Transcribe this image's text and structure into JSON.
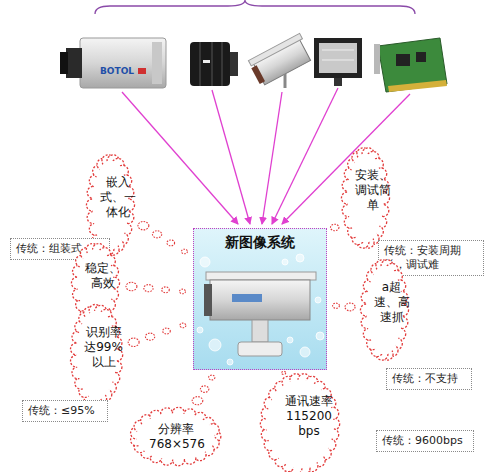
{
  "diagram": {
    "nodes": [
      {
        "text": [
          "新图像系统"
        ]
      },
      {
        "text": [
          "嵌入式、一体化"
        ]
      },
      {
        "text": [
          "传统：组装式"
        ]
      },
      {
        "text": [
          "安装、调试简单"
        ]
      },
      {
        "text": [
          "传统：安装周期长，调试难"
        ]
      },
      {
        "text": [
          "稳定、高效"
        ]
      },
      {
        "text": [
          "a超速、高速抓"
        ]
      },
      {
        "text": [
          "传统：不支持"
        ]
      },
      {
        "text": [
          "识别率达99%以上"
        ]
      },
      {
        "text": [
          "传统：≤95%"
        ]
      },
      {
        "text": [
          "分辨率768×576"
        ]
      },
      {
        "text": [
          "通讯速率115200 bps"
        ]
      },
      {
        "text": [
          "传统：9600bps"
        ]
      }
    ],
    "edges": [
      {
        "from": 1,
        "to": 0,
        "arrow": "none"
      },
      {
        "from": 3,
        "to": 0,
        "arrow": "none"
      },
      {
        "from": 5,
        "to": 0,
        "arrow": "none"
      },
      {
        "from": 6,
        "to": 0,
        "arrow": "none"
      },
      {
        "from": 8,
        "to": 0,
        "arrow": "none"
      },
      {
        "from": 10,
        "to": 0,
        "arrow": "none"
      },
      {
        "from": 11,
        "to": 0,
        "arrow": "none"
      }
    ],
    "labels": [
      "BOTOL"
    ]
  }
}
